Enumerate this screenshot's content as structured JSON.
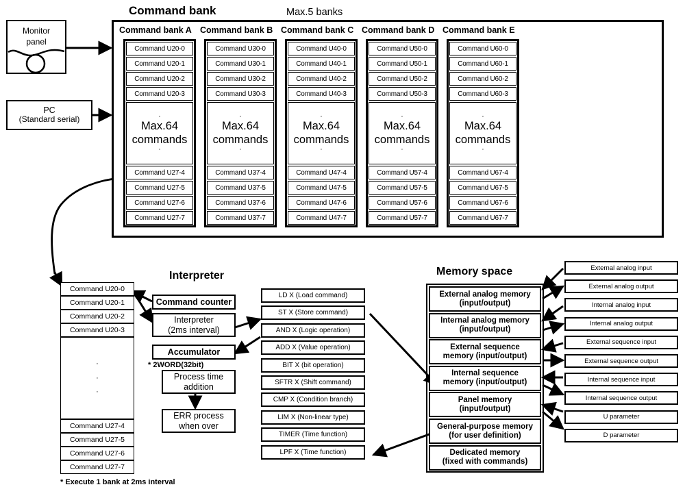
{
  "headings": {
    "command_bank": "Command bank",
    "max_banks": "Max.5 banks",
    "interpreter": "Interpreter",
    "memory_space": "Memory space"
  },
  "sources": {
    "monitor_panel": "Monitor\npanel",
    "monitor_panel_line1": "Monitor",
    "monitor_panel_line2": "panel",
    "pc_line1": "PC",
    "pc_line2": "(Standard serial)"
  },
  "banks": [
    {
      "title": "Command bank A",
      "top_cells": [
        "Command U20-0",
        "Command U20-1",
        "Command U20-2",
        "Command U20-3"
      ],
      "middle_line1": "Max.64",
      "middle_line2": "commands",
      "bottom_cells": [
        "Command U27-4",
        "Command U27-5",
        "Command U27-6",
        "Command U27-7"
      ]
    },
    {
      "title": "Command bank B",
      "top_cells": [
        "Command U30-0",
        "Command U30-1",
        "Command U30-2",
        "Command U30-3"
      ],
      "middle_line1": "Max.64",
      "middle_line2": "commands",
      "bottom_cells": [
        "Command U37-4",
        "Command U37-5",
        "Command U37-6",
        "Command U37-7"
      ]
    },
    {
      "title": "Command bank C",
      "top_cells": [
        "Command U40-0",
        "Command U40-1",
        "Command U40-2",
        "Command U40-3"
      ],
      "middle_line1": "Max.64",
      "middle_line2": "commands",
      "bottom_cells": [
        "Command U47-4",
        "Command U47-5",
        "Command U47-6",
        "Command U47-7"
      ]
    },
    {
      "title": "Command bank D",
      "top_cells": [
        "Command U50-0",
        "Command U50-1",
        "Command U50-2",
        "Command U50-3"
      ],
      "middle_line1": "Max.64",
      "middle_line2": "commands",
      "bottom_cells": [
        "Command U57-4",
        "Command U57-5",
        "Command U57-6",
        "Command U57-7"
      ]
    },
    {
      "title": "Command bank E",
      "top_cells": [
        "Command U60-0",
        "Command U60-1",
        "Command U60-2",
        "Command U60-3"
      ],
      "middle_line1": "Max.64",
      "middle_line2": "commands",
      "bottom_cells": [
        "Command U67-4",
        "Command U67-5",
        "Command U67-6",
        "Command U67-7"
      ]
    }
  ],
  "active_bank_list": {
    "top_cells": [
      "Command U20-0",
      "Command U20-1",
      "Command U20-2",
      "Command U20-3"
    ],
    "bottom_cells": [
      "Command U27-4",
      "Command U27-5",
      "Command U27-6",
      "Command U27-7"
    ]
  },
  "interpreter": {
    "command_counter": "Command counter",
    "interpreter_line1": "Interpreter",
    "interpreter_line2": "(2ms interval)",
    "accumulator": "Accumulator",
    "accumulator_note": "* 2WORD(32bit)",
    "process_time_line1": "Process time",
    "process_time_line2": "addition",
    "err_line1": "ERR process",
    "err_line2": "when over"
  },
  "instructions": [
    "LD X (Load command)",
    "ST X (Store command)",
    "AND X (Logic operation)",
    "ADD X (Value operation)",
    "BIT X (bit operation)",
    "SFTR X (Shift command)",
    "CMP X (Condition branch)",
    "LIM X (Non-linear type)",
    "TIMER (Time function)",
    "LPF X (Time function)"
  ],
  "memory_rows": [
    {
      "line1": "External analog memory",
      "line2": "(input/output)"
    },
    {
      "line1": "Internal analog memory",
      "line2": "(input/output)"
    },
    {
      "line1": "External sequence",
      "line2": "memory (input/output)"
    },
    {
      "line1": "Internal sequence",
      "line2": "memory (input/output)"
    },
    {
      "line1": "Panel memory",
      "line2": "(input/output)"
    },
    {
      "line1": "General-purpose memory",
      "line2": "(for user definition)"
    },
    {
      "line1": "Dedicated memory",
      "line2": "(fixed with commands)"
    }
  ],
  "io_rows": [
    "External analog input",
    "External analog output",
    "Internal analog input",
    "Internal analog output",
    "External sequence input",
    "External sequence output",
    "Internal sequence input",
    "Internal sequence output",
    "U parameter",
    "D parameter"
  ],
  "footnote": "* Execute 1 bank at 2ms interval",
  "colors": {
    "line": "#000000",
    "background": "#ffffff"
  }
}
